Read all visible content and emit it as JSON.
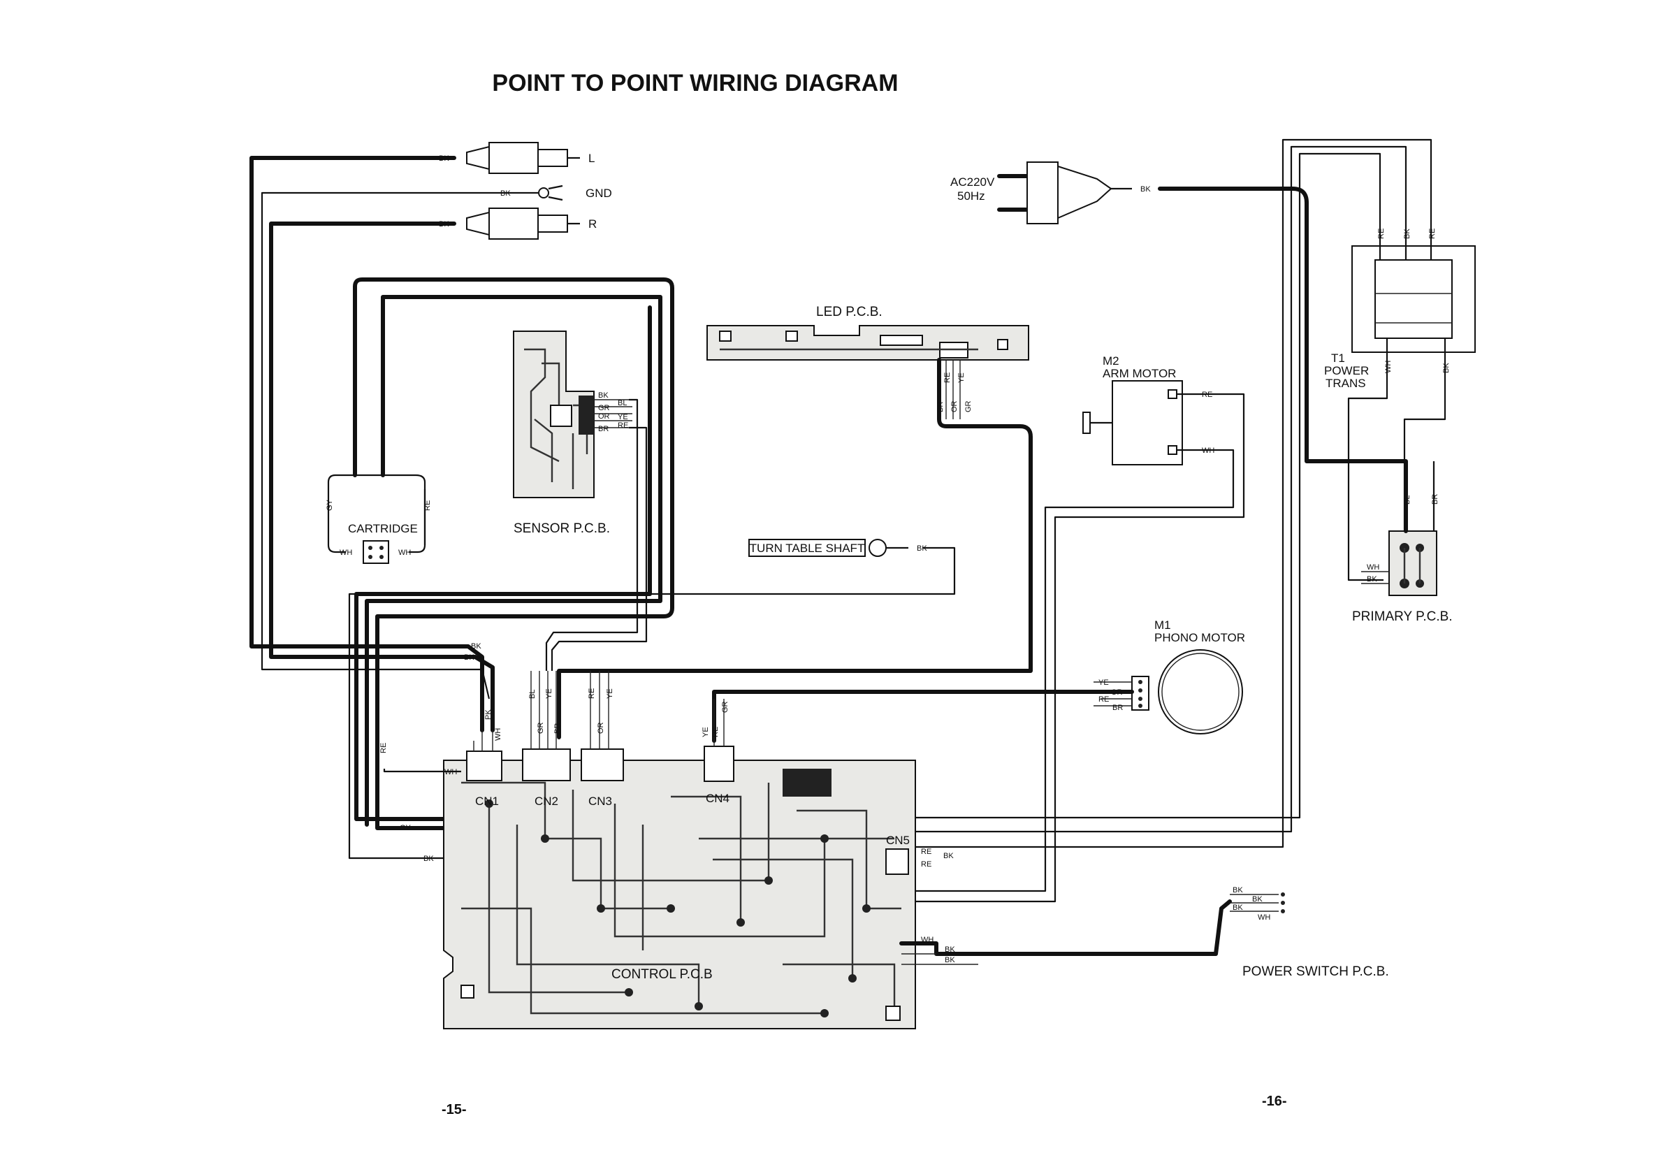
{
  "title": "POINT TO POINT WIRING DIAGRAM",
  "outputs": {
    "left": "L",
    "ground": "GND",
    "right": "R",
    "wire": "BK"
  },
  "power": {
    "line1": "AC220V",
    "line2": "50Hz",
    "wire": "BK"
  },
  "boards": {
    "led": "LED P.C.B.",
    "sensor": "SENSOR P.C.B.",
    "cartridge": "CARTRIDGE",
    "control": "CONTROL P.C.B",
    "primary": "PRIMARY P.C.B.",
    "power_switch": "POWER SWITCH P.C.B.",
    "turntable_shaft": "TURN TABLE SHAFT"
  },
  "arm_motor": {
    "id": "M2",
    "name": "ARM MOTOR"
  },
  "phono_motor": {
    "id": "M1",
    "name": "PHONO MOTOR"
  },
  "transformer": {
    "id": "T1",
    "name_line1": "POWER",
    "name_line2": "TRANS"
  },
  "connectors": [
    "CN1",
    "CN2",
    "CN3",
    "CN4",
    "CN5"
  ],
  "wire_labels": {
    "bk": "BK",
    "wh": "WH",
    "gy": "GY",
    "re": "RE",
    "bl": "BL",
    "gr": "GR",
    "ye": "YE",
    "or": "OR",
    "br": "BR",
    "pk": "PK"
  },
  "pages": {
    "left": "-15-",
    "right": "-16-"
  }
}
